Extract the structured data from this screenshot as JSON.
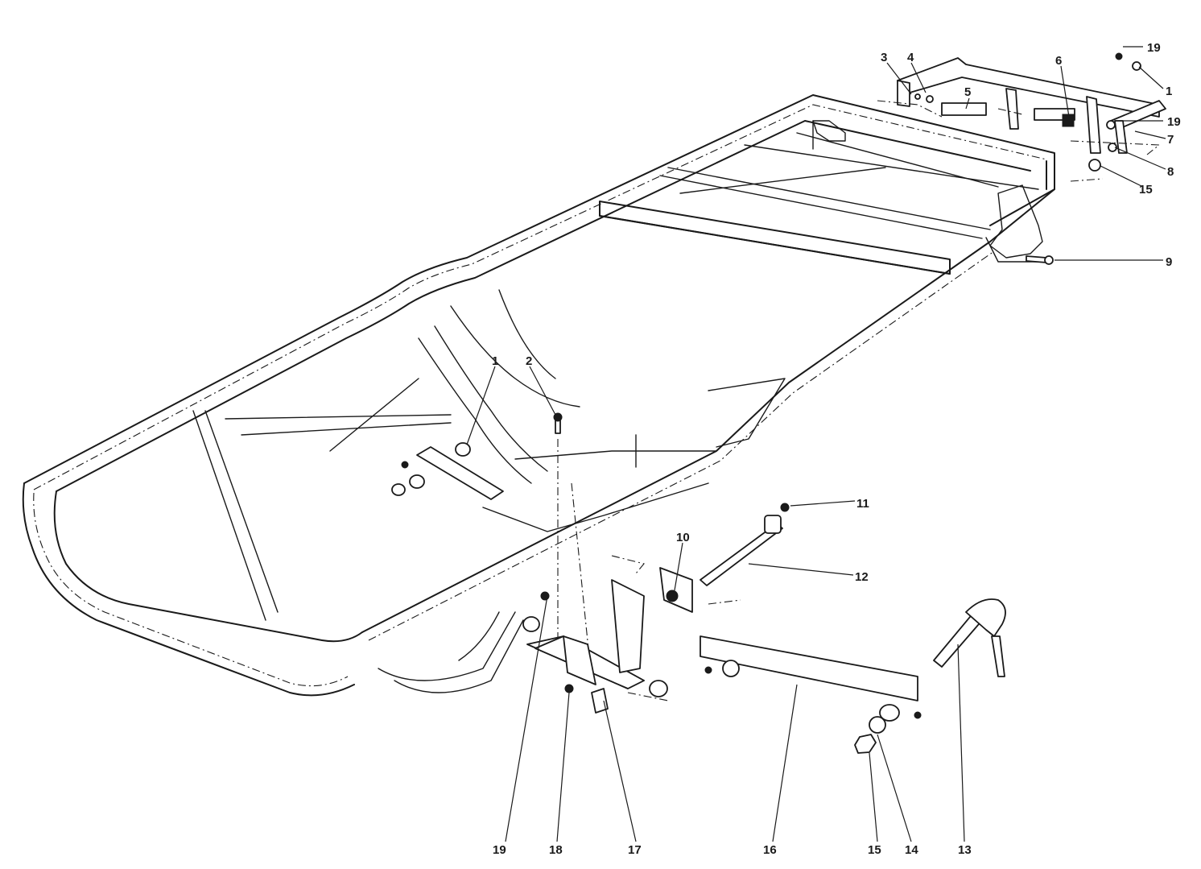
{
  "diagram": {
    "callouts": {
      "top_19": "19",
      "top_1": "1",
      "top_3": "3",
      "top_4": "4",
      "top_5": "5",
      "top_6": "6",
      "right_19": "19",
      "right_7": "7",
      "right_8": "8",
      "right_15": "15",
      "right_9": "9",
      "mid_1": "1",
      "mid_2": "2",
      "mid_10": "10",
      "mid_11": "11",
      "mid_12": "12",
      "bottom_19": "19",
      "bottom_18": "18",
      "bottom_17": "17",
      "bottom_16": "16",
      "bottom_15": "15",
      "bottom_14": "14",
      "bottom_13": "13"
    }
  }
}
